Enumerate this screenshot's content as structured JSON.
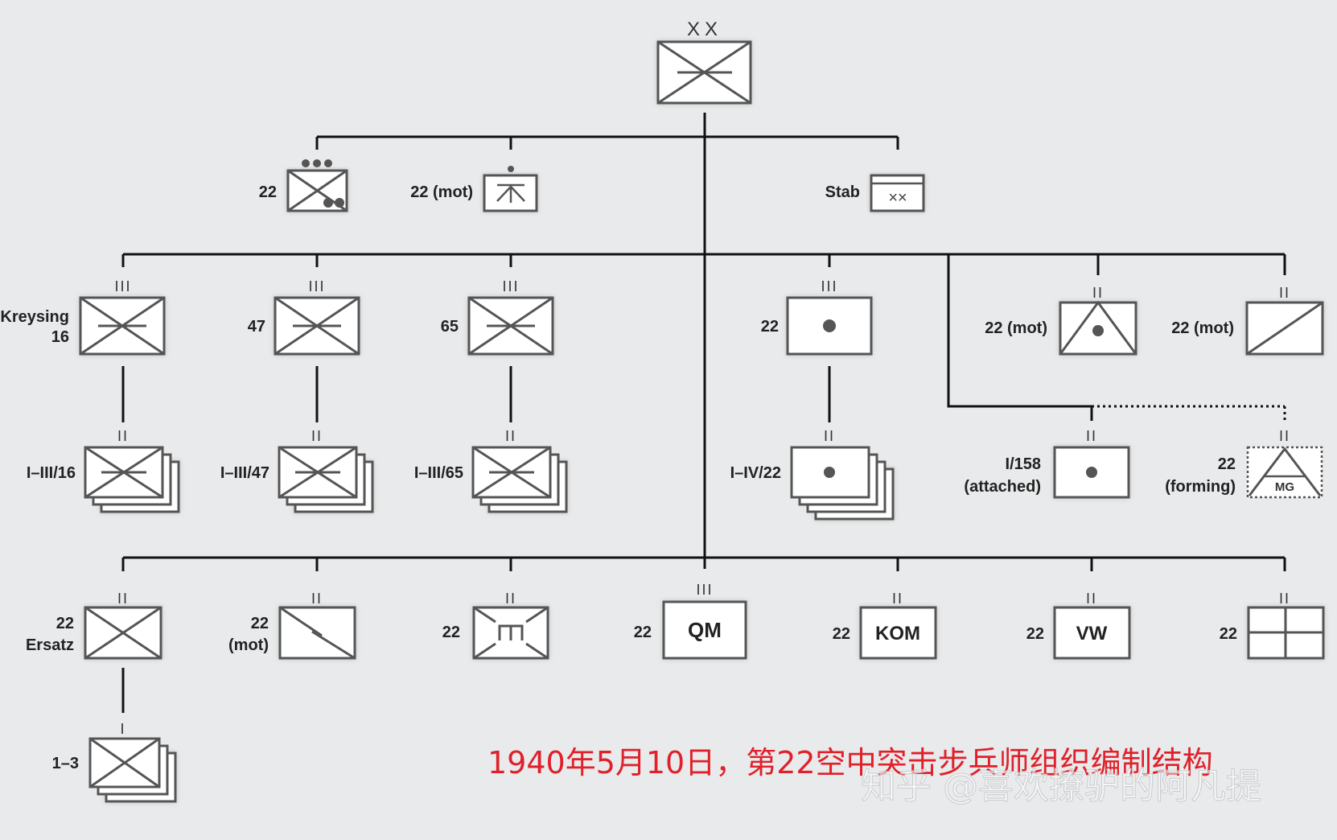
{
  "division": {
    "echelon": "XX"
  },
  "row1": {
    "artillery_unit": {
      "label": "22",
      "echelon": ""
    },
    "antitank_unit": {
      "label": "22 (mot)"
    },
    "staff": {
      "label": "Stab",
      "symbol_text": "××"
    }
  },
  "row2": [
    {
      "label_line1": "Kreysing",
      "label_line2": "16",
      "echelon": "III",
      "symbol": "airlanding-infantry"
    },
    {
      "label_line1": "47",
      "label_line2": "",
      "echelon": "III",
      "symbol": "airlanding-infantry"
    },
    {
      "label_line1": "65",
      "label_line2": "",
      "echelon": "III",
      "symbol": "airlanding-infantry"
    },
    {
      "label_line1": "22",
      "label_line2": "",
      "echelon": "III",
      "symbol": "artillery"
    },
    {
      "label_line1": "22 (mot)",
      "label_line2": "",
      "echelon": "II",
      "symbol": "antiaircraft"
    },
    {
      "label_line1": "22 (mot)",
      "label_line2": "",
      "echelon": "II",
      "symbol": "reconnaissance"
    }
  ],
  "row3": [
    {
      "label_line1": "I–III/16",
      "label_line2": "",
      "echelon": "II"
    },
    {
      "label_line1": "I–III/47",
      "label_line2": "",
      "echelon": "II"
    },
    {
      "label_line1": "I–III/65",
      "label_line2": "",
      "echelon": "II"
    },
    {
      "label_line1": "I–IV/22",
      "label_line2": "",
      "echelon": "II"
    },
    {
      "label_line1": "I/158",
      "label_line2": "(attached)",
      "echelon": "II"
    },
    {
      "label_line1": "22",
      "label_line2": "(forming)",
      "echelon": "II",
      "symbol_text": "MG"
    }
  ],
  "row4": [
    {
      "label_line1": "22",
      "label_line2": "Ersatz",
      "echelon": "II",
      "symbol_text": ""
    },
    {
      "label_line1": "22",
      "label_line2": "(mot)",
      "echelon": "II",
      "symbol_text": ""
    },
    {
      "label_line1": "22",
      "label_line2": "",
      "echelon": "II",
      "symbol_text": ""
    },
    {
      "label_line1": "22",
      "label_line2": "",
      "echelon": "III",
      "symbol_text": "QM"
    },
    {
      "label_line1": "22",
      "label_line2": "",
      "echelon": "II",
      "symbol_text": "KOM"
    },
    {
      "label_line1": "22",
      "label_line2": "",
      "echelon": "II",
      "symbol_text": "VW"
    },
    {
      "label_line1": "22",
      "label_line2": "",
      "echelon": "II",
      "symbol_text": ""
    }
  ],
  "row5": {
    "label": "1–3",
    "echelon": "I"
  },
  "caption": "1940年5月10日，第22空中突击步兵师组织编制结构",
  "watermark": "知乎 @喜欢撩驴的阿凡提",
  "colors": {
    "line": "#111111",
    "box_fill": "#ffffff",
    "box_stroke": "#555555",
    "caption": "#e0202a",
    "background": "#e9eaeb"
  }
}
